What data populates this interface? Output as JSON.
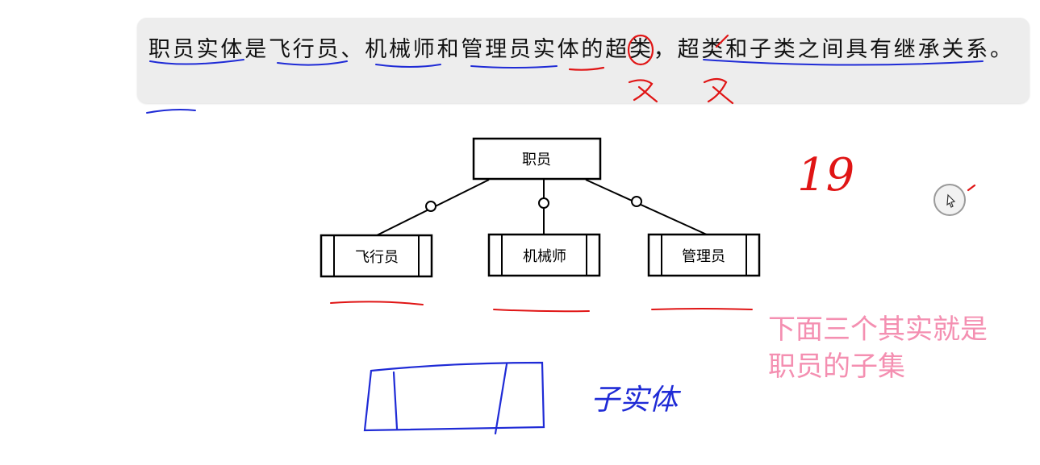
{
  "note": {
    "text": "职员实体是飞行员、机械师和管理员实体的超类，超类和子类之间具有继承关系。"
  },
  "diagram": {
    "superclass": "职员",
    "subclasses": [
      "飞行员",
      "机械师",
      "管理员"
    ]
  },
  "annotations": {
    "pink_line_1": "下面三个其实就是",
    "pink_line_2": "职员的子集",
    "handwritten_number": "19",
    "handwritten_subset": "子实体",
    "handwritten_char": "攵"
  },
  "colors": {
    "pen_blue": "#1f2bd6",
    "pen_red": "#e01515",
    "pink": "#f48fb1",
    "panel_bg": "#ededed"
  }
}
